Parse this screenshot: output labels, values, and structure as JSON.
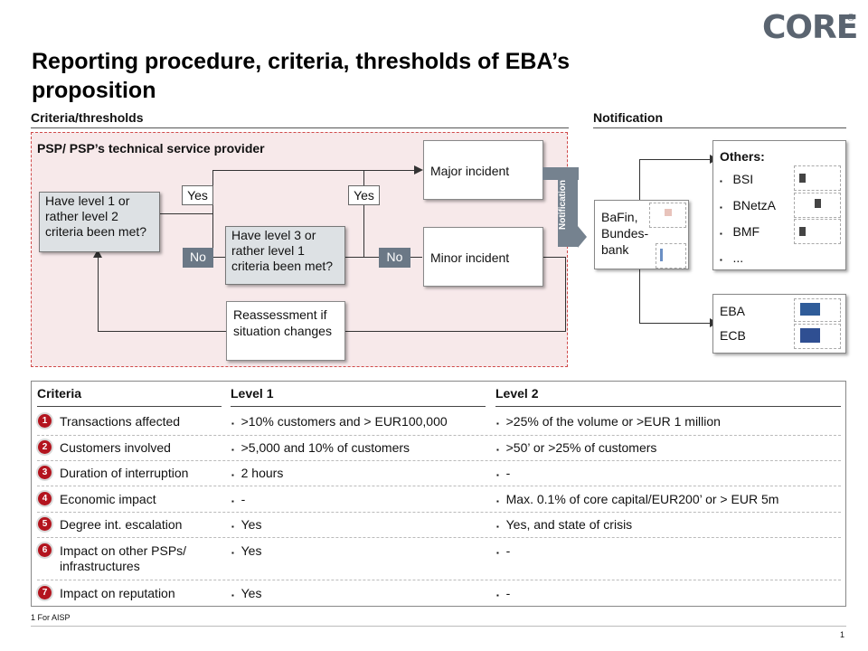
{
  "brand": {
    "logo": "CORE",
    "registered": "®"
  },
  "title": "Reporting procedure, criteria, thresholds of EBA’s proposition",
  "sections": {
    "criteria": "Criteria/thresholds",
    "notification": "Notification"
  },
  "flow": {
    "provider_label": "PSP/ PSP’s technical service provider",
    "q1": "Have level 1 or rather level 2 criteria been met?",
    "q2": "Have level 3 or rather level 1 criteria been met?",
    "yes": "Yes",
    "no": "No",
    "major": "Major incident",
    "minor": "Minor incident",
    "reassess": "Reassessment if situation changes",
    "notification_arrow": "Notification"
  },
  "notify": {
    "authority": "BaFin, Bundes-bank",
    "others_title": "Others:",
    "others": [
      "BSI",
      "BNetzA",
      "BMF",
      "..."
    ],
    "eu": [
      "EBA",
      "ECB"
    ],
    "bullet": "▪"
  },
  "table": {
    "headers": [
      "Criteria",
      "Level 1",
      "Level 2"
    ],
    "rows": [
      {
        "n": "1",
        "criterion": "Transactions affected",
        "level1": ">10% customers and > EUR100,000",
        "level2": ">25% of the volume or >EUR 1 million"
      },
      {
        "n": "2",
        "criterion": "Customers involved",
        "level1": ">5,000 and 10% of customers",
        "level2": ">50’ or >25% of customers"
      },
      {
        "n": "3",
        "criterion": "Duration of interruption",
        "level1": "2 hours",
        "level2": "-"
      },
      {
        "n": "4",
        "criterion": "Economic impact",
        "level1": "-",
        "level2": "Max. 0.1% of core capital/EUR200’ or > EUR 5m"
      },
      {
        "n": "5",
        "criterion": "Degree int. escalation",
        "level1": "Yes",
        "level2": "Yes, and state of crisis"
      },
      {
        "n": "6",
        "criterion": "Impact on other PSPs/ infrastructures",
        "level1": "Yes",
        "level2": "-"
      },
      {
        "n": "7",
        "criterion": "Impact on reputation",
        "level1": "Yes",
        "level2": "-"
      }
    ]
  },
  "footnote": "1 For AISP",
  "page_number": "1",
  "colors": {
    "accent_red": "#b3141e",
    "pink_bg": "#f7e9ea",
    "grey_box": "#dde1e4",
    "logo_grey": "#5a6470"
  }
}
